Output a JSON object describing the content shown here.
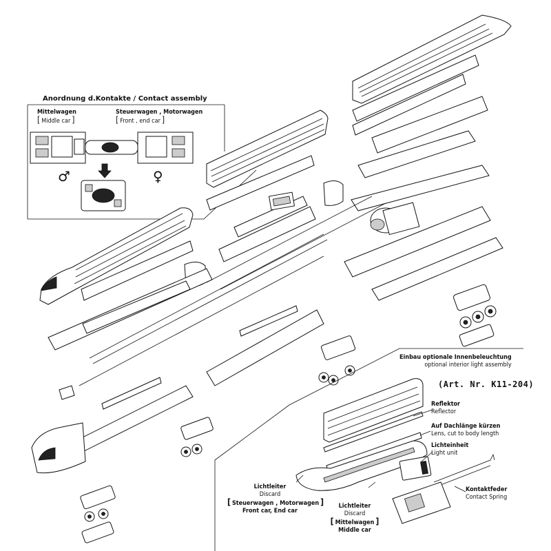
{
  "contact_inset": {
    "title": "Anordnung d.Kontakte / Contact assembly",
    "middle_de": "Mittelwagen",
    "middle_en": "Middle car",
    "front_de": "Steuerwagen , Motorwagen",
    "front_en": "Front , end car",
    "male_symbol": "♂",
    "female_symbol": "♀"
  },
  "lighting_section": {
    "title_de": "Einbau optionale Innenbeleuchtung",
    "title_en": "optional interior light assembly",
    "art_nr": "(Art. Nr. K11-204)",
    "reflector_de": "Reflektor",
    "reflector_en": "Reflector",
    "lens_de": "Auf Dachlänge kürzen",
    "lens_en": "Lens, cut to body length",
    "light_unit_de": "Lichteinheit",
    "light_unit_en": "Light unit",
    "spring_de": "Kontaktfeder",
    "spring_en": "Contact Spring",
    "guide1_de": "Lichtleiter",
    "guide1_en": "Discard",
    "guide1_cars_de": "Steuerwagen , Motorwagen",
    "guide1_cars_en": "Front car, End car",
    "guide2_de": "Lichtleiter",
    "guide2_en": "Discard",
    "guide2_cars_de": "Mittelwagen",
    "guide2_cars_en": "Middle car"
  }
}
